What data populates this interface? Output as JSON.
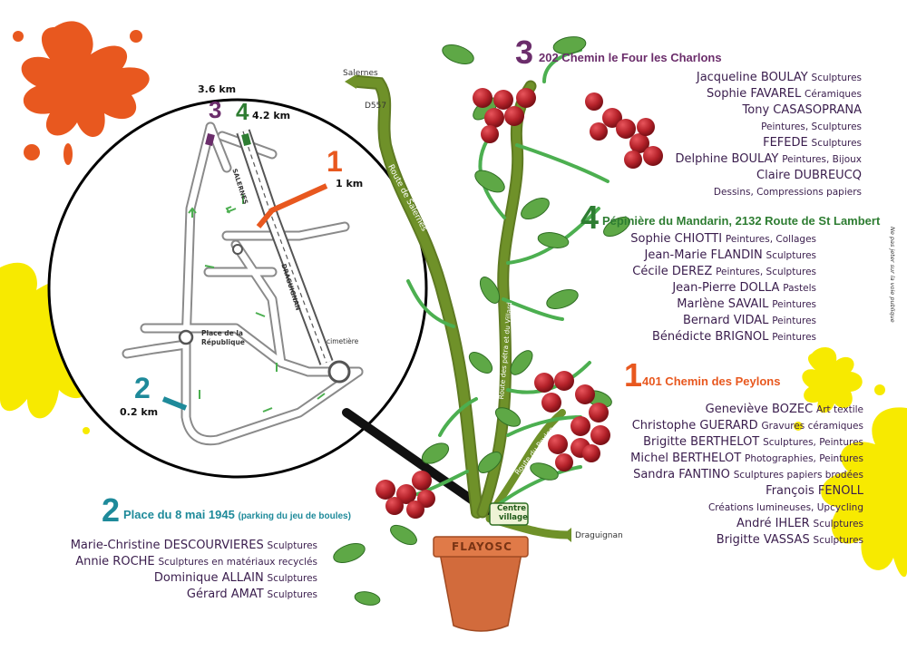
{
  "map": {
    "distances": {
      "s3": "3.6 km",
      "s4": "4.2 km",
      "s1": "1 km",
      "s2": "0.2 km"
    },
    "markers": {
      "m1": "1",
      "m2": "2",
      "m3": "3",
      "m4": "4"
    },
    "inset_labels": {
      "republique_1": "Place de la",
      "republique_2": "République",
      "cimetiere": "cimetière",
      "salernes": "SALERNES",
      "draguignan": "DRAGUIGNAN"
    },
    "routes": {
      "salernes": "Salernes",
      "d557": "D557",
      "route_salernes": "Route de Salernes",
      "route_peirre": "Route des pétra et du Villard",
      "route_peylons": "Route du Peylon",
      "draguignan": "Draguignan",
      "centre_1": "Centre",
      "centre_2": "village",
      "pot": "FLAYOSC"
    },
    "notice": "Ne pas jeter sur la voie publique"
  },
  "colors": {
    "orange": "#e8581f",
    "purple": "#6b2d6b",
    "green": "#2e7d32",
    "teal": "#1e8a9a",
    "yellow": "#f7ea00",
    "branch": "#6a8a2a",
    "cherry": "#b5222a",
    "leaf": "#5ea846",
    "pot": "#d26b3c"
  },
  "sections": [
    {
      "id": "s3",
      "number": "3",
      "title": "202 Chemin le Four les Charlons",
      "color": "#6b2d6b",
      "lines": [
        {
          "name": "Jacqueline BOULAY",
          "desc": "Sculptures"
        },
        {
          "name": "Sophie FAVAREL",
          "desc": "Céramiques"
        },
        {
          "name": "Tony CASASOPRANA",
          "desc": ""
        },
        {
          "name": "",
          "desc": "Peintures, Sculptures"
        },
        {
          "name": "FEFEDE",
          "desc": "Sculptures"
        },
        {
          "name": "Delphine BOULAY",
          "desc": "Peintures, Bijoux"
        },
        {
          "name": "Claire DUBREUCQ",
          "desc": ""
        },
        {
          "name": "",
          "desc": "Dessins, Compressions papiers"
        }
      ]
    },
    {
      "id": "s4",
      "number": "4",
      "title": "Pépinière du Mandarin, 2132 Route de St Lambert",
      "color": "#2e7d32",
      "lines": [
        {
          "name": "Sophie CHIOTTI",
          "desc": "Peintures, Collages"
        },
        {
          "name": "Jean-Marie FLANDIN",
          "desc": "Sculptures"
        },
        {
          "name": "Cécile DEREZ",
          "desc": "Peintures, Sculptures"
        },
        {
          "name": "Jean-Pierre DOLLA",
          "desc": "Pastels"
        },
        {
          "name": "Marlène SAVAIL",
          "desc": "Peintures"
        },
        {
          "name": "Bernard VIDAL",
          "desc": "Peintures"
        },
        {
          "name": "Bénédicte BRIGNOL",
          "desc": "Peintures"
        }
      ]
    },
    {
      "id": "s1",
      "number": "1",
      "title": "401 Chemin des Peylons",
      "color": "#e8581f",
      "lines": [
        {
          "name": "Geneviève BOZEC",
          "desc": "Art textile"
        },
        {
          "name": "Christophe GUERARD",
          "desc": "Gravures céramiques"
        },
        {
          "name": "Brigitte BERTHELOT",
          "desc": "Sculptures, Peintures"
        },
        {
          "name": "Michel BERTHELOT",
          "desc": "Photographies, Peintures"
        },
        {
          "name": "Sandra FANTINO",
          "desc": "Sculptures papiers brodées"
        },
        {
          "name": "François FENOLL",
          "desc": ""
        },
        {
          "name": "",
          "desc": "Créations lumineuses, Upcycling"
        },
        {
          "name": "André IHLER",
          "desc": "Sculptures"
        },
        {
          "name": "Brigitte VASSAS",
          "desc": "Sculptures"
        }
      ]
    },
    {
      "id": "s2",
      "number": "2",
      "title": "Place du 8 mai 1945",
      "subtitle": "(parking du jeu de boules)",
      "color": "#1e8a9a",
      "lines": [
        {
          "name": "Marie-Christine DESCOURVIERES",
          "desc": "Sculptures"
        },
        {
          "name": "Annie ROCHE",
          "desc": "Sculptures en matériaux recyclés"
        },
        {
          "name": "Dominique ALLAIN",
          "desc": "Sculptures"
        },
        {
          "name": "Gérard AMAT",
          "desc": "Sculptures"
        }
      ]
    }
  ]
}
